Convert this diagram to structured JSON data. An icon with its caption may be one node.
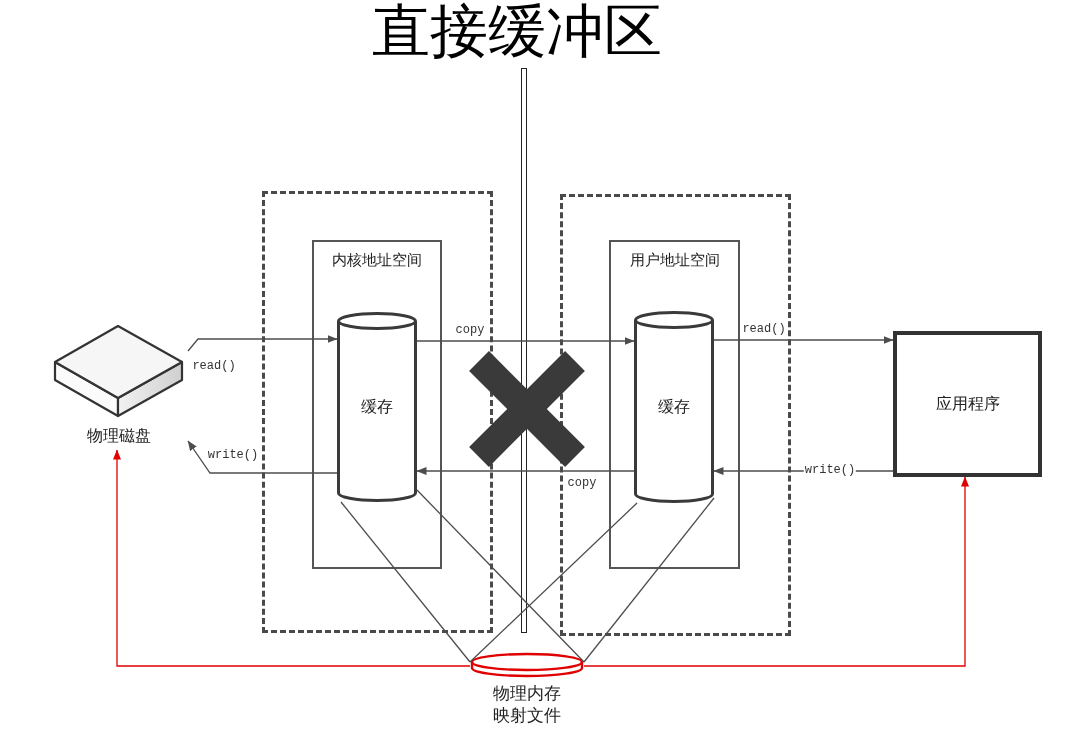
{
  "diagram": {
    "title": "直接缓冲区",
    "nodes": [
      {
        "text": [
          "物理磁盘"
        ]
      },
      {
        "text": [],
        "shape": "box"
      },
      {
        "text": [
          "内核地址空间"
        ],
        "in": 1
      },
      {
        "text": [
          "缓存"
        ],
        "in": 2
      },
      {
        "text": [],
        "shape": "box"
      },
      {
        "text": [
          "用户地址空间"
        ],
        "in": 4
      },
      {
        "text": [
          "缓存"
        ],
        "in": 5
      },
      {
        "text": [
          "应用程序"
        ]
      },
      {
        "text": [
          "物理内存映射文件"
        ]
      }
    ],
    "edges": [
      {
        "from": 0,
        "to": 3,
        "arrow": "to",
        "label": "read()"
      },
      {
        "from": 3,
        "to": 0,
        "arrow": "to",
        "label": "write()"
      },
      {
        "from": 3,
        "to": 6,
        "arrow": "to",
        "label": "copy"
      },
      {
        "from": 6,
        "to": 3,
        "arrow": "to",
        "label": "copy"
      },
      {
        "from": 6,
        "to": 7,
        "arrow": "to",
        "label": "read()"
      },
      {
        "from": 7,
        "to": 6,
        "arrow": "to",
        "label": "write()"
      },
      {
        "from": 8,
        "to": 0,
        "arrow": "to",
        "color": "#e00000"
      },
      {
        "from": 8,
        "to": 7,
        "arrow": "to",
        "color": "#e00000"
      },
      {
        "from": 3,
        "to": 8,
        "arrow": "none"
      },
      {
        "from": 3,
        "to": 8,
        "arrow": "none"
      },
      {
        "from": 6,
        "to": 8,
        "arrow": "none"
      },
      {
        "from": 6,
        "to": 8,
        "arrow": "none"
      }
    ]
  }
}
